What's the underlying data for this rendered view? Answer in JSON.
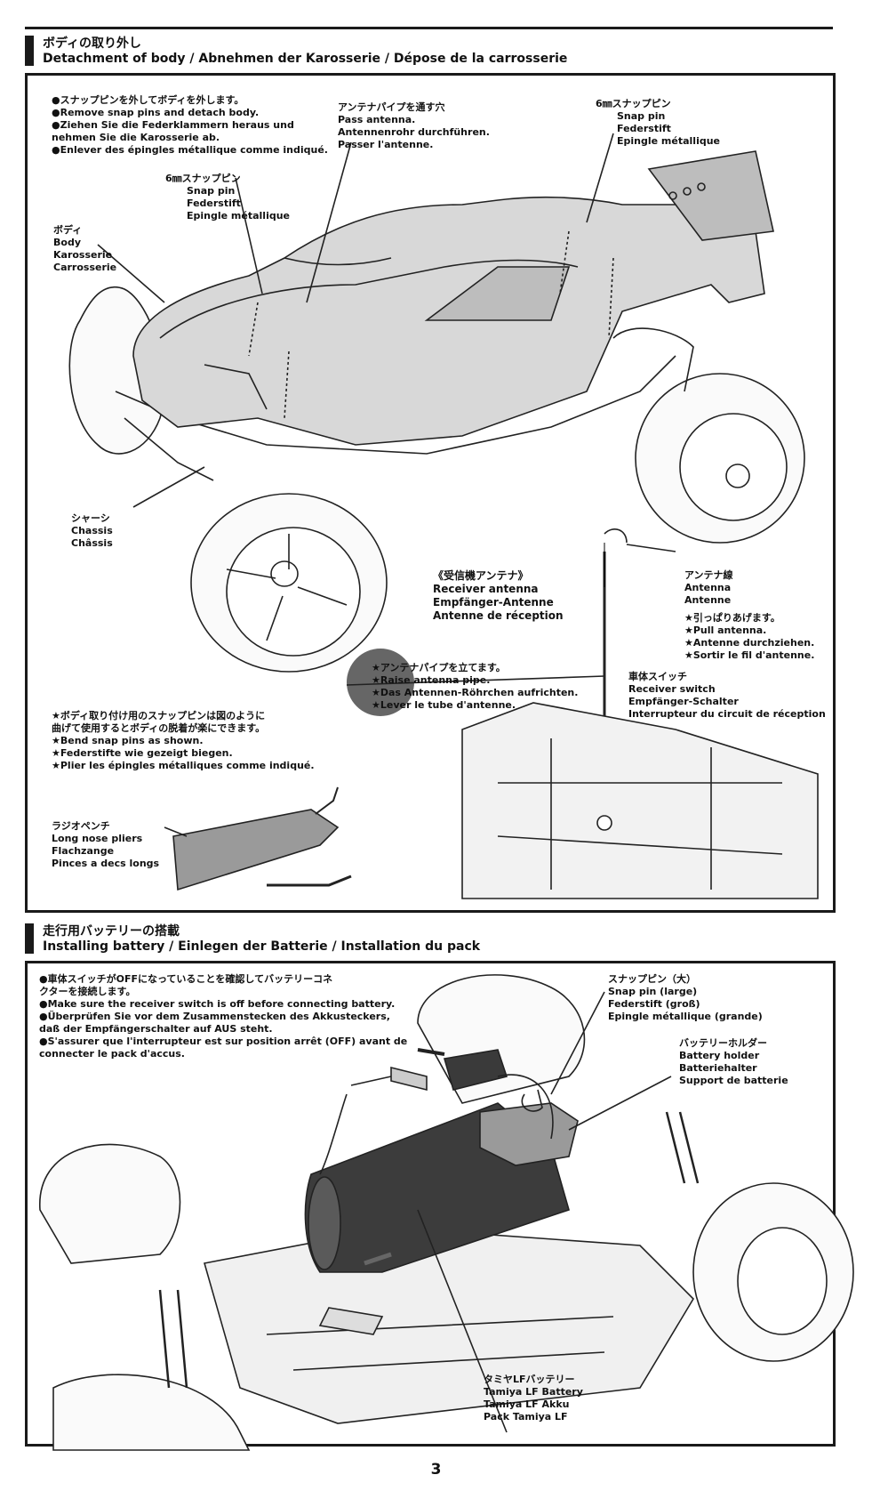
{
  "section1": {
    "title_jp": "ボディの取り外し",
    "title_en": "Detachment of body / Abnehmen der Karosserie / Dépose de la carrosserie",
    "instructions": [
      "●スナップピンを外してボディを外します。",
      "●Remove snap pins and detach body.",
      "●Ziehen Sie die Federklammern heraus und",
      "nehmen Sie die Karosserie ab.",
      "●Enlever des épingles métallique comme indiqué."
    ],
    "antenna_pipe_hole": [
      "アンテナパイプを通す穴",
      "Pass antenna.",
      "Antennenrohr durchführen.",
      "Passer l'antenne."
    ],
    "snap_pin_right": [
      "6㎜スナップピン",
      "Snap pin",
      "Federstift",
      "Epingle métallique"
    ],
    "snap_pin_left": [
      "6㎜スナップピン",
      "Snap pin",
      "Federstift",
      "Epingle métallique"
    ],
    "body": [
      "ボディ",
      "Body",
      "Karosserie",
      "Carrosserie"
    ],
    "chassis": [
      "シャーシ",
      "Chassis",
      "Châssis"
    ],
    "receiver_antenna": [
      "《受信機アンテナ》",
      "Receiver antenna",
      "Empfänger-Antenne",
      "Antenne de réception"
    ],
    "antenna_wire": [
      "アンテナ線",
      "Antenna",
      "Antenne"
    ],
    "pull_antenna": [
      "★引っぱりあげます。",
      "★Pull antenna.",
      "★Antenne durchziehen.",
      "★Sortir le fil d'antenne."
    ],
    "raise_pipe": [
      "★アンテナパイプを立てます。",
      "★Raise antenna pipe.",
      "★Das Antennen-Röhrchen aufrichten.",
      "★Lever le tube d'antenne."
    ],
    "receiver_switch": [
      "車体スイッチ",
      "Receiver switch",
      "Empfänger-Schalter",
      "Interrupteur du circuit de réception"
    ],
    "bend_note": [
      "★ボディ取り付け用のスナップピンは図のように",
      "曲げて使用するとボディの脱着が楽にできます。",
      "★Bend snap pins as shown.",
      "★Federstifte wie gezeigt biegen.",
      "★Plier les épingles métalliques comme indiqué."
    ],
    "pliers": [
      "ラジオペンチ",
      "Long nose pliers",
      "Flachzange",
      "Pinces a decs longs"
    ]
  },
  "section2": {
    "title_jp": "走行用バッテリーの搭載",
    "title_en": "Installing battery / Einlegen der Batterie / Installation du pack",
    "instructions": [
      "●車体スイッチがOFFになっていることを確認してバッテリーコネ",
      "クターを接続します。",
      "●Make sure the receiver switch is off before connecting battery.",
      "●Überprüfen Sie vor dem Zusammenstecken des Akkusteckers,",
      "daß der Empfängerschalter auf AUS steht.",
      "●S'assurer que l'interrupteur est sur position arrêt (OFF) avant de",
      "connecter le pack d'accus."
    ],
    "snap_pin_large": [
      "スナップピン（大）",
      "Snap pin (large)",
      "Federstift (groß)",
      "Epingle métallique (grande)"
    ],
    "battery_holder": [
      "バッテリーホルダー",
      "Battery holder",
      "Batteriehalter",
      "Support de batterie"
    ],
    "battery": [
      "タミヤLFバッテリー",
      "Tamiya LF Battery",
      "Tamiya LF Akku",
      "Pack Tamiya LF"
    ]
  },
  "page_number": "3"
}
